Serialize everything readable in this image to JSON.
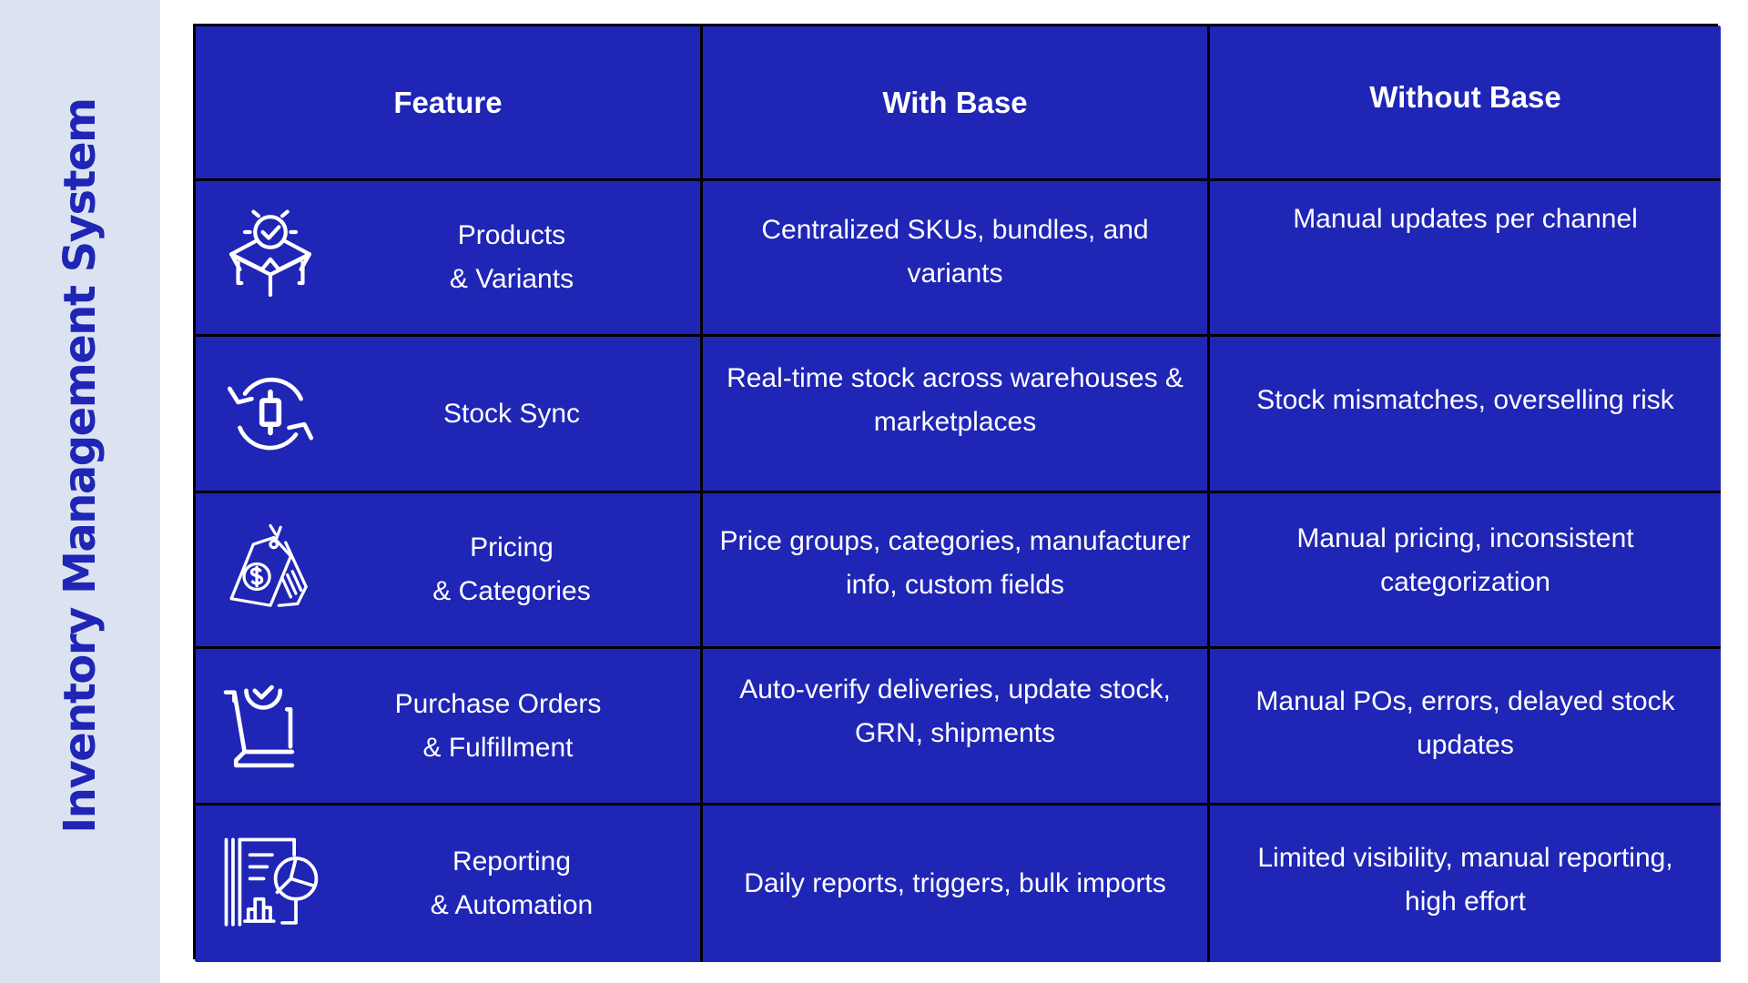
{
  "sidebar": {
    "title": "Inventory Management System"
  },
  "colors": {
    "cell_background": "#1f25b5",
    "sidebar_background": "#dce3f0",
    "title_color": "#1f25b5",
    "border": "#000000",
    "text": "#ffffff"
  },
  "table": {
    "headers": [
      "Feature",
      "With Base",
      "Without Base"
    ],
    "rows": [
      {
        "icon": "open-box-check-icon",
        "feature_line1": "Products",
        "feature_line2": "& Variants",
        "with_base": "Centralized SKUs, bundles, and variants",
        "without_base": "Manual updates per channel"
      },
      {
        "icon": "sync-arrows-icon",
        "feature_line1": "Stock Sync",
        "feature_line2": "",
        "with_base": "Real-time stock across warehouses & marketplaces",
        "without_base": "Stock mismatches, overselling risk"
      },
      {
        "icon": "price-tag-dollar-icon",
        "feature_line1": "Pricing",
        "feature_line2": "& Categories",
        "with_base": "Price groups, categories, manufacturer info, custom fields",
        "without_base": "Manual pricing, inconsistent categorization"
      },
      {
        "icon": "cart-check-icon",
        "feature_line1": "Purchase Orders",
        "feature_line2": "& Fulfillment",
        "with_base": "Auto-verify deliveries, update stock, GRN, shipments",
        "without_base": "Manual POs, errors, delayed stock updates"
      },
      {
        "icon": "report-chart-icon",
        "feature_line1": "Reporting",
        "feature_line2": "& Automation",
        "with_base": "Daily reports, triggers, bulk imports",
        "without_base": "Limited visibility, manual reporting, high effort"
      }
    ]
  }
}
